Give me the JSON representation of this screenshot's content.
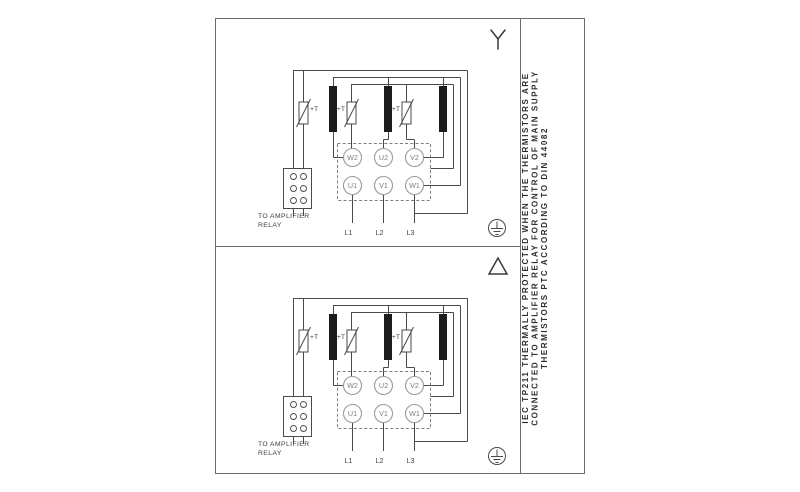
{
  "diagram": {
    "sections": [
      {
        "connection_type": "star",
        "thermistor_labels": [
          "+T",
          "+T",
          "+T"
        ],
        "terminals_top": [
          "W2",
          "U2",
          "V2"
        ],
        "terminals_bottom": [
          "U1",
          "V1",
          "W1"
        ],
        "supply_lines": [
          "L1",
          "L2",
          "L3"
        ],
        "relay_note_line1": "TO AMPLIFIER",
        "relay_note_line2": "RELAY"
      },
      {
        "connection_type": "delta",
        "thermistor_labels": [
          "+T",
          "+T",
          "+T"
        ],
        "terminals_top": [
          "W2",
          "U2",
          "V2"
        ],
        "terminals_bottom": [
          "U1",
          "V1",
          "W1"
        ],
        "supply_lines": [
          "L1",
          "L2",
          "L3"
        ],
        "relay_note_line1": "TO AMPLIFIER",
        "relay_note_line2": "RELAY"
      }
    ],
    "side_note": {
      "line1": "IEC TP211 THERMALLY PROTECTED WHEN THE THERMISTORS ARE",
      "line2": "CONNECTED TO AMPLIFIER RELAY FOR CONTROL OF MAIN SUPPLY",
      "line3": "THERMISTORS PTC ACCORDING TO DIN 44082"
    },
    "colors": {
      "wire": "#4a4a4a",
      "frame": "#6b6b6b",
      "terminal_stroke": "#9a9a9a",
      "winding_fill": "#1c1c1c"
    }
  }
}
